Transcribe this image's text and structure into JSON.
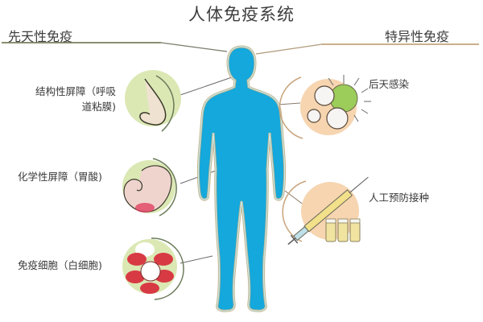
{
  "title": "人体免疫系统",
  "innate": {
    "heading": "先天性免疫",
    "line_color": "#8a9a6a",
    "items": [
      {
        "label_line1": "结构性屏障（呼吸",
        "label_line2": "道粘膜)",
        "icon": "nose-icon"
      },
      {
        "label": "化学性屏障（胃酸)",
        "icon": "stomach-icon"
      },
      {
        "label": "免疫细胞（白细胞)",
        "icon": "blood-cells-icon"
      }
    ],
    "circle_color": "#dbe8b4"
  },
  "adaptive": {
    "heading": "特异性免疫",
    "line_color": "#c9a47c",
    "items": [
      {
        "label": "后天感染",
        "icon": "virus-icon"
      },
      {
        "label": "人工预防接种",
        "icon": "syringe-vaccine-icon"
      }
    ],
    "circle_color": "#f6d5b0"
  },
  "colors": {
    "body": "#14a8dc",
    "body_outline": "#c8b48c",
    "connector": "#6a6a6a"
  }
}
